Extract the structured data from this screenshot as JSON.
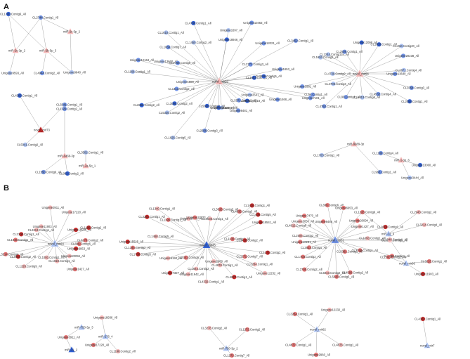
{
  "colors": {
    "blue_dark": "#2f5fd6",
    "blue_mid": "#6f92e6",
    "blue_light": "#a9c0f2",
    "red_dark": "#c62828",
    "red_mid": "#e57373",
    "red_light": "#f4b5b5",
    "edge": "#555555"
  },
  "panels": [
    {
      "label": "A",
      "hubs": [
        {
          "id": "a_hub1",
          "label": "novel_mir26",
          "shape": "tri",
          "color": "red_light"
        },
        {
          "id": "a_hub2",
          "label": "novel_mir56",
          "shape": "tri",
          "color": "red_light"
        },
        {
          "id": "a_hub3",
          "label": "miR-2c-3p_2",
          "shape": "tri",
          "color": "red_light"
        },
        {
          "id": "a_hub4",
          "label": "miR-2b-5p_3",
          "shape": "tri",
          "color": "red_light"
        },
        {
          "id": "a_hub5",
          "label": "miR-2c-5p_2",
          "shape": "tri",
          "color": "red_light"
        },
        {
          "id": "a_hub6",
          "label": "novel_mir73",
          "shape": "tri",
          "color": "red_dark"
        },
        {
          "id": "a_hub7",
          "label": "miR-9469-3p",
          "shape": "tri",
          "color": "red_light"
        },
        {
          "id": "a_hub8",
          "label": "miR-2a-5p_1",
          "shape": "tri",
          "color": "red_light"
        },
        {
          "id": "a_hub9",
          "label": "miR-9989-3p",
          "shape": "tri",
          "color": "red_light"
        },
        {
          "id": "a_hub10",
          "label": "miR-1-3p_6",
          "shape": "tri",
          "color": "red_light"
        }
      ],
      "targets": [
        "CL54.Contig1_All",
        "Unigene7101_All",
        "Unigene1468_All",
        "Unigene2541_All",
        "CL583.Contig18_All",
        "CL5571.Contig2_All",
        "Unigene8481_All",
        "Unigene16092_All",
        "Unigene15425_All",
        "CL2506.Contig3_All",
        "CL5690.Contig2_All",
        "CL1625.Contig5_All",
        "CL5335.Contig2_All",
        "CL3090.Contig2_All",
        "CL2862.Contig2_All",
        "CL1413.Contig2_All",
        "Unigene1589_All",
        "CL1169.Contig1_All",
        "Unigene12164_All",
        "Unigene13660_All",
        "CL2766.Contig5_All",
        "CL1066.Contig7_All",
        "CL1610.Contig1_All",
        "CL1450.Contig2_All",
        "CL4706.Contig1_All",
        "Unigene18946_All",
        "Unigene1697_All",
        "Unigene10463_All",
        "Unigene12021_All",
        "CL2771.Contig3_All",
        "CL3452.Contig1_All",
        "Unigene1653_All",
        "CL1883.Contig1_All",
        "CL2266.Contig5_All",
        "Unigene13640_All",
        "CL1054.Contig3_All",
        "CL2084.Contig1_All",
        "CL4532.Contig4_All",
        "CL1413.Contig6_All",
        "CL90.Contig1_All",
        "CL4752.Contig1_All",
        "CL4706.Contig3_All",
        "Unigene3981_All",
        "CL4739.Contig2_All",
        "CL1653.Contig1_All",
        "CL1244.Contig118_All",
        "CL2509.Contig1_All",
        "Unigene12098_All",
        "CL1003.Contig1_All",
        "CL452.Contig20_All",
        "Unigene20238_All",
        "CL2671.Contig4_All",
        "CL1700.Contig6_All",
        "CL2744.Contig1_All",
        "Unigene9593_All",
        "CL4944.Contig2_All",
        "Unigene9840_All",
        "CL4303.Contig1_All",
        "CL5041.Contig1_All",
        "CL5041.Contig2_All",
        "CL1129.Contig2_All",
        "CL1550.Contig6_All",
        "CL863.Contig2_All",
        "CL3502.Contig1_All",
        "CL1703.Contig1_All",
        "CL963.Contig1_All",
        "CL1189.Contig4_All",
        "Unigene3444_All",
        "Unigene13060_All",
        "CL4791.Contig3_All",
        "CL3621.Contig2_All",
        "Unigene3237_All",
        "Unigene19533_All"
      ]
    },
    {
      "label": "B",
      "hubs": [
        {
          "id": "b_hub1",
          "label": "novel_mir24",
          "shape": "tri",
          "color": "blue_light"
        },
        {
          "id": "b_hub2",
          "label": "novel_mir45",
          "shape": "tri",
          "color": "blue_dark"
        },
        {
          "id": "b_hub3",
          "label": "novel_mir51",
          "shape": "tri",
          "color": "blue_mid"
        },
        {
          "id": "b_hub4",
          "label": "miR-12_6",
          "shape": "tri",
          "color": "blue_light"
        },
        {
          "id": "b_hub5",
          "label": "novel_mir66",
          "shape": "tri",
          "color": "blue_light"
        },
        {
          "id": "b_hub6",
          "label": "miR-750-3p_3",
          "shape": "tri",
          "color": "blue_light"
        },
        {
          "id": "b_hub7",
          "label": "miR-276_4",
          "shape": "tri",
          "color": "blue_light"
        },
        {
          "id": "b_hub8",
          "label": "miR-31_2",
          "shape": "tri",
          "color": "blue_dark"
        },
        {
          "id": "b_hub9",
          "label": "miR-750-3p_2",
          "shape": "tri",
          "color": "blue_light"
        },
        {
          "id": "b_hub10",
          "label": "novel_mir82",
          "shape": "tri",
          "color": "blue_light"
        },
        {
          "id": "b_hub11",
          "label": "novel_mir7",
          "shape": "tri",
          "color": "blue_light"
        }
      ],
      "targets": [
        "CL809.Contig6_All",
        "Unigene6953_All",
        "Unigene20094_All",
        "Unigene1427_All",
        "CL1618.Contig1_All",
        "CL1093.Contig1_All",
        "CL1226.Contig9_All",
        "CL2943.Contig2_All",
        "CL3214.Contig4_All",
        "CL1046.Contig1_All",
        "CL2100.Contig1_All",
        "CL3213.Contig1_All",
        "Unigene11903_All",
        "Unigene3911_All",
        "Unigene17220_All",
        "Unigene18936_All",
        "CL1196.Contig2_All",
        "CL3276.Contig2_All",
        "CL1272.Contig2_All",
        "CL1272.Contig7_All",
        "CL3284.Contig1_All",
        "Unigene12232_All",
        "CL4877.Contig1_All",
        "CL4876.Contig1_All",
        "Unigene2960_All",
        "CL4332.Contig1_All",
        "CL1644.Contig2_All",
        "Unigene11942_All",
        "Unigene7327_All",
        "CL2341.Contig6_All",
        "Unigene6190_All",
        "CL1708.Contig5_All",
        "CL1344.Contig2_All",
        "Unigene15525_All",
        "CL1468.Contig5_All",
        "CL3251.Contig1_All",
        "CL1196.Contig1_All",
        "CL1340.Contig1_All",
        "Unigene5753_All",
        "Unigene13723_All",
        "CL4035.Contig1_All",
        "CL5026.Contig3_All",
        "CL4835.Contig3_All",
        "CL1416.Contig1_All",
        "CL1405.Contig5_All",
        "Unigene18541_All",
        "CL1130.Contig1_All",
        "CL1418.Contig2_All",
        "CL1340.Contig5_All",
        "CL1360.Contig1_All",
        "CL3760.Contig1_All",
        "CL3361.Contig1_All",
        "CL4560.Contig2_All",
        "CL5043.Contig5_All",
        "CL5043.Contig2_All",
        "CL2746.Contig2_All",
        "CL1703.Contig2_All",
        "CL2613.Contig1_All",
        "Unigene10231_All",
        "CL2506.Contig2_All",
        "CL4812.Contig6_All",
        "Unigene3050_All",
        "Unigene7470_All",
        "Unigene6486_All"
      ]
    }
  ]
}
